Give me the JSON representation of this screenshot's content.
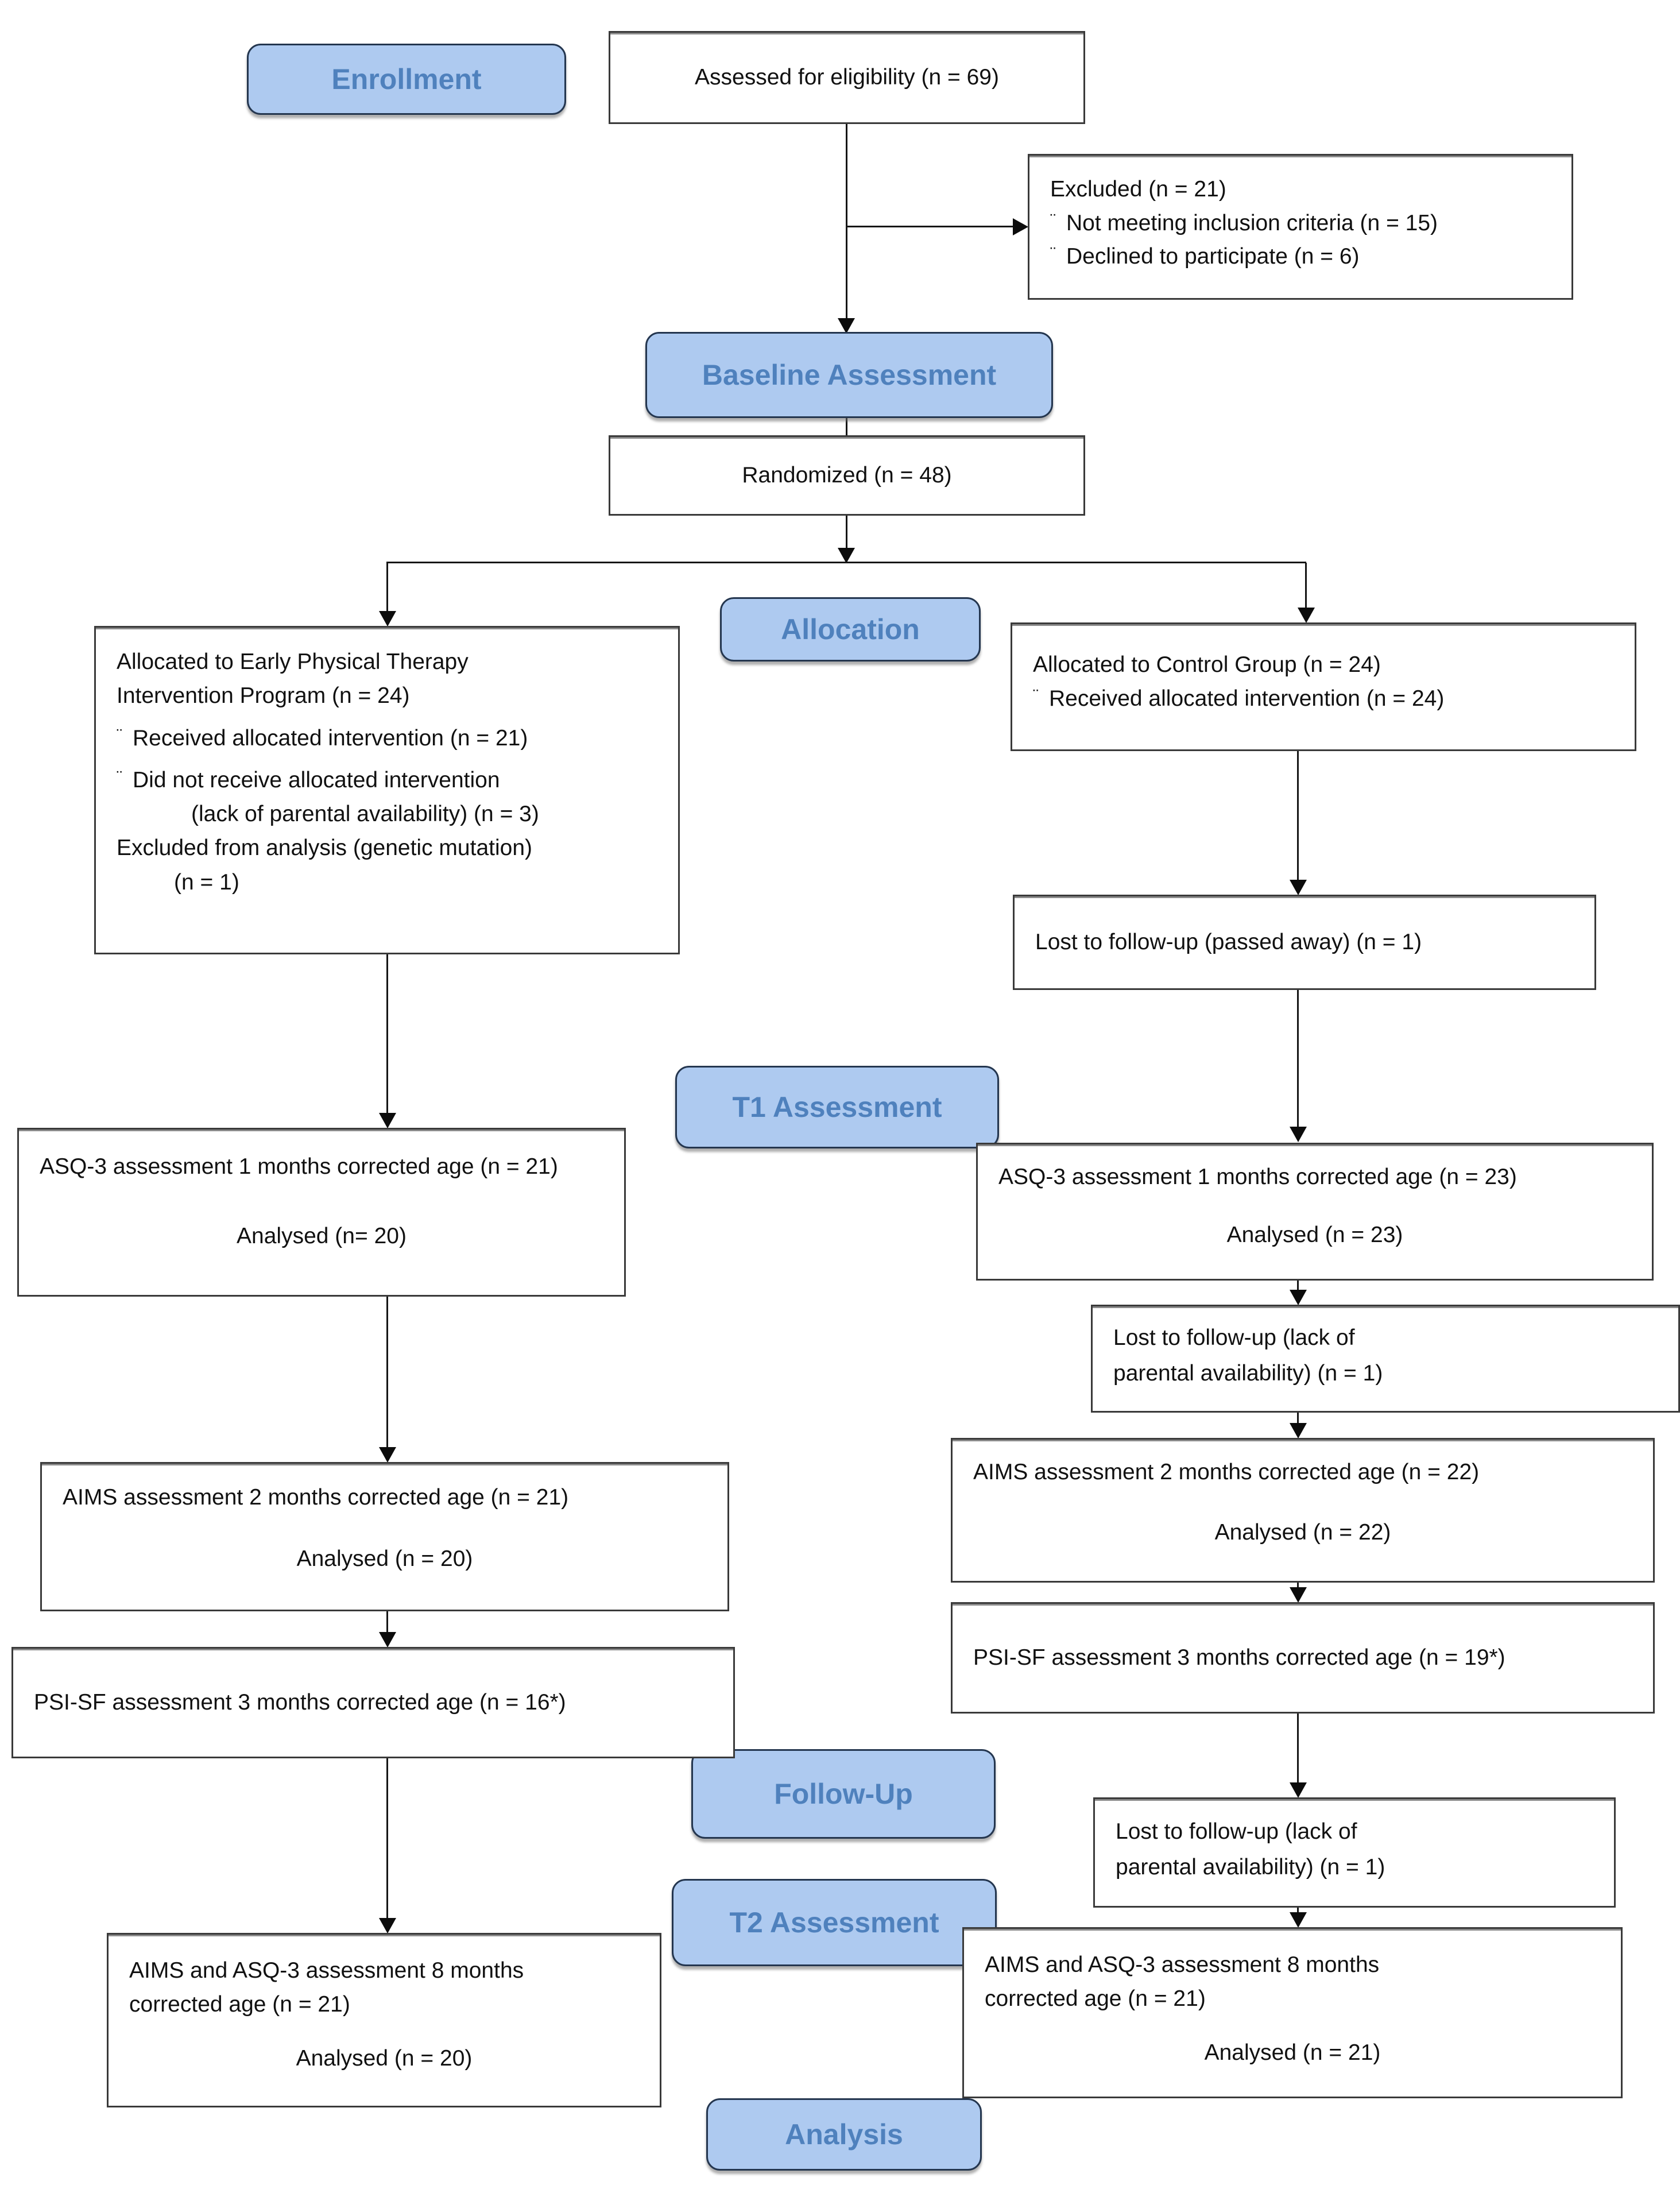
{
  "colors": {
    "phase_label_fill": "#AECAF0",
    "phase_label_text": "#4F81BD",
    "box_border": "#3A3A3A",
    "arrow": "#0C0C0C",
    "background": "#FFFFFF"
  },
  "bullet_char": "¨",
  "phases": {
    "enrollment": "Enrollment",
    "baseline": "Baseline Assessment",
    "allocation": "Allocation",
    "t1": "T1 Assessment",
    "followup": "Follow-Up",
    "t2": "T2 Assessment",
    "analysis": "Analysis"
  },
  "boxes": {
    "assessed": {
      "text": "Assessed for eligibility (n = 69)"
    },
    "excluded": {
      "title": "Excluded (n = 21)",
      "item1": "Not meeting inclusion criteria (n = 15)",
      "item2": "Declined to participate (n = 6)"
    },
    "randomized": {
      "text": "Randomized (n = 48)"
    },
    "alloc_left": {
      "line1": "Allocated to Early Physical Therapy",
      "line2": "Intervention Program (n = 24)",
      "bullet1": "Received allocated intervention (n = 21)",
      "bullet2": "Did not receive allocated intervention",
      "bullet2_cont": "(lack of parental availability) (n = 3)",
      "line3": "Excluded from analysis (genetic mutation)",
      "line3_cont": "(n = 1)"
    },
    "alloc_right": {
      "line1": "Allocated to Control Group (n = 24)",
      "bullet1": "Received allocated intervention (n = 24)"
    },
    "lost_passed_away": {
      "text": "Lost to follow-up (passed away) (n = 1)"
    },
    "asq3_left": {
      "line1": "ASQ-3 assessment 1 months corrected age (n = 21)",
      "analysed": "Analysed (n= 20)"
    },
    "asq3_right": {
      "line1": "ASQ-3 assessment 1 months corrected age (n = 23)",
      "analysed": "Analysed (n = 23)"
    },
    "lost_lack_1": {
      "line1": "Lost to follow-up (lack of",
      "line2": "parental availability) (n = 1)"
    },
    "aims_left": {
      "line1": "AIMS assessment 2 months corrected age (n = 21)",
      "analysed": "Analysed (n = 20)"
    },
    "aims_right": {
      "line1": "AIMS assessment 2 months corrected age (n = 22)",
      "analysed": "Analysed (n = 22)"
    },
    "psi_left": {
      "text": "PSI-SF assessment 3 months corrected age (n = 16*)"
    },
    "psi_right": {
      "text": "PSI-SF assessment 3 months corrected age (n = 19*)"
    },
    "lost_lack_2": {
      "line1": "Lost to follow-up (lack of",
      "line2": "parental availability) (n = 1)"
    },
    "final_left": {
      "line1": "AIMS and ASQ-3 assessment 8 months",
      "line2": "corrected age (n = 21)",
      "analysed": "Analysed (n = 20)"
    },
    "final_right": {
      "line1": "AIMS and ASQ-3 assessment 8 months",
      "line2": "corrected age (n = 21)",
      "analysed": "Analysed (n = 21)"
    }
  }
}
